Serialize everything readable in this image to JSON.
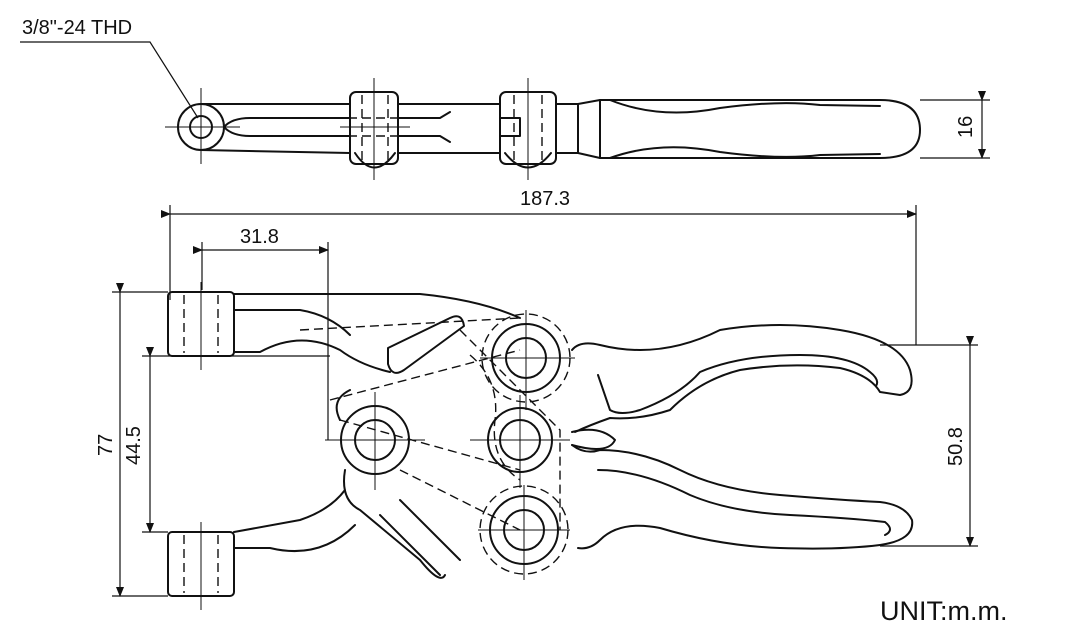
{
  "labels": {
    "thread_spec": "3/8\"-24 THD",
    "overall_length": "187.3",
    "offset_length": "31.8",
    "outer_height": "77",
    "inner_height": "44.5",
    "handle_spread": "50.8",
    "thickness": "16",
    "unit": "UNIT:m.m."
  }
}
